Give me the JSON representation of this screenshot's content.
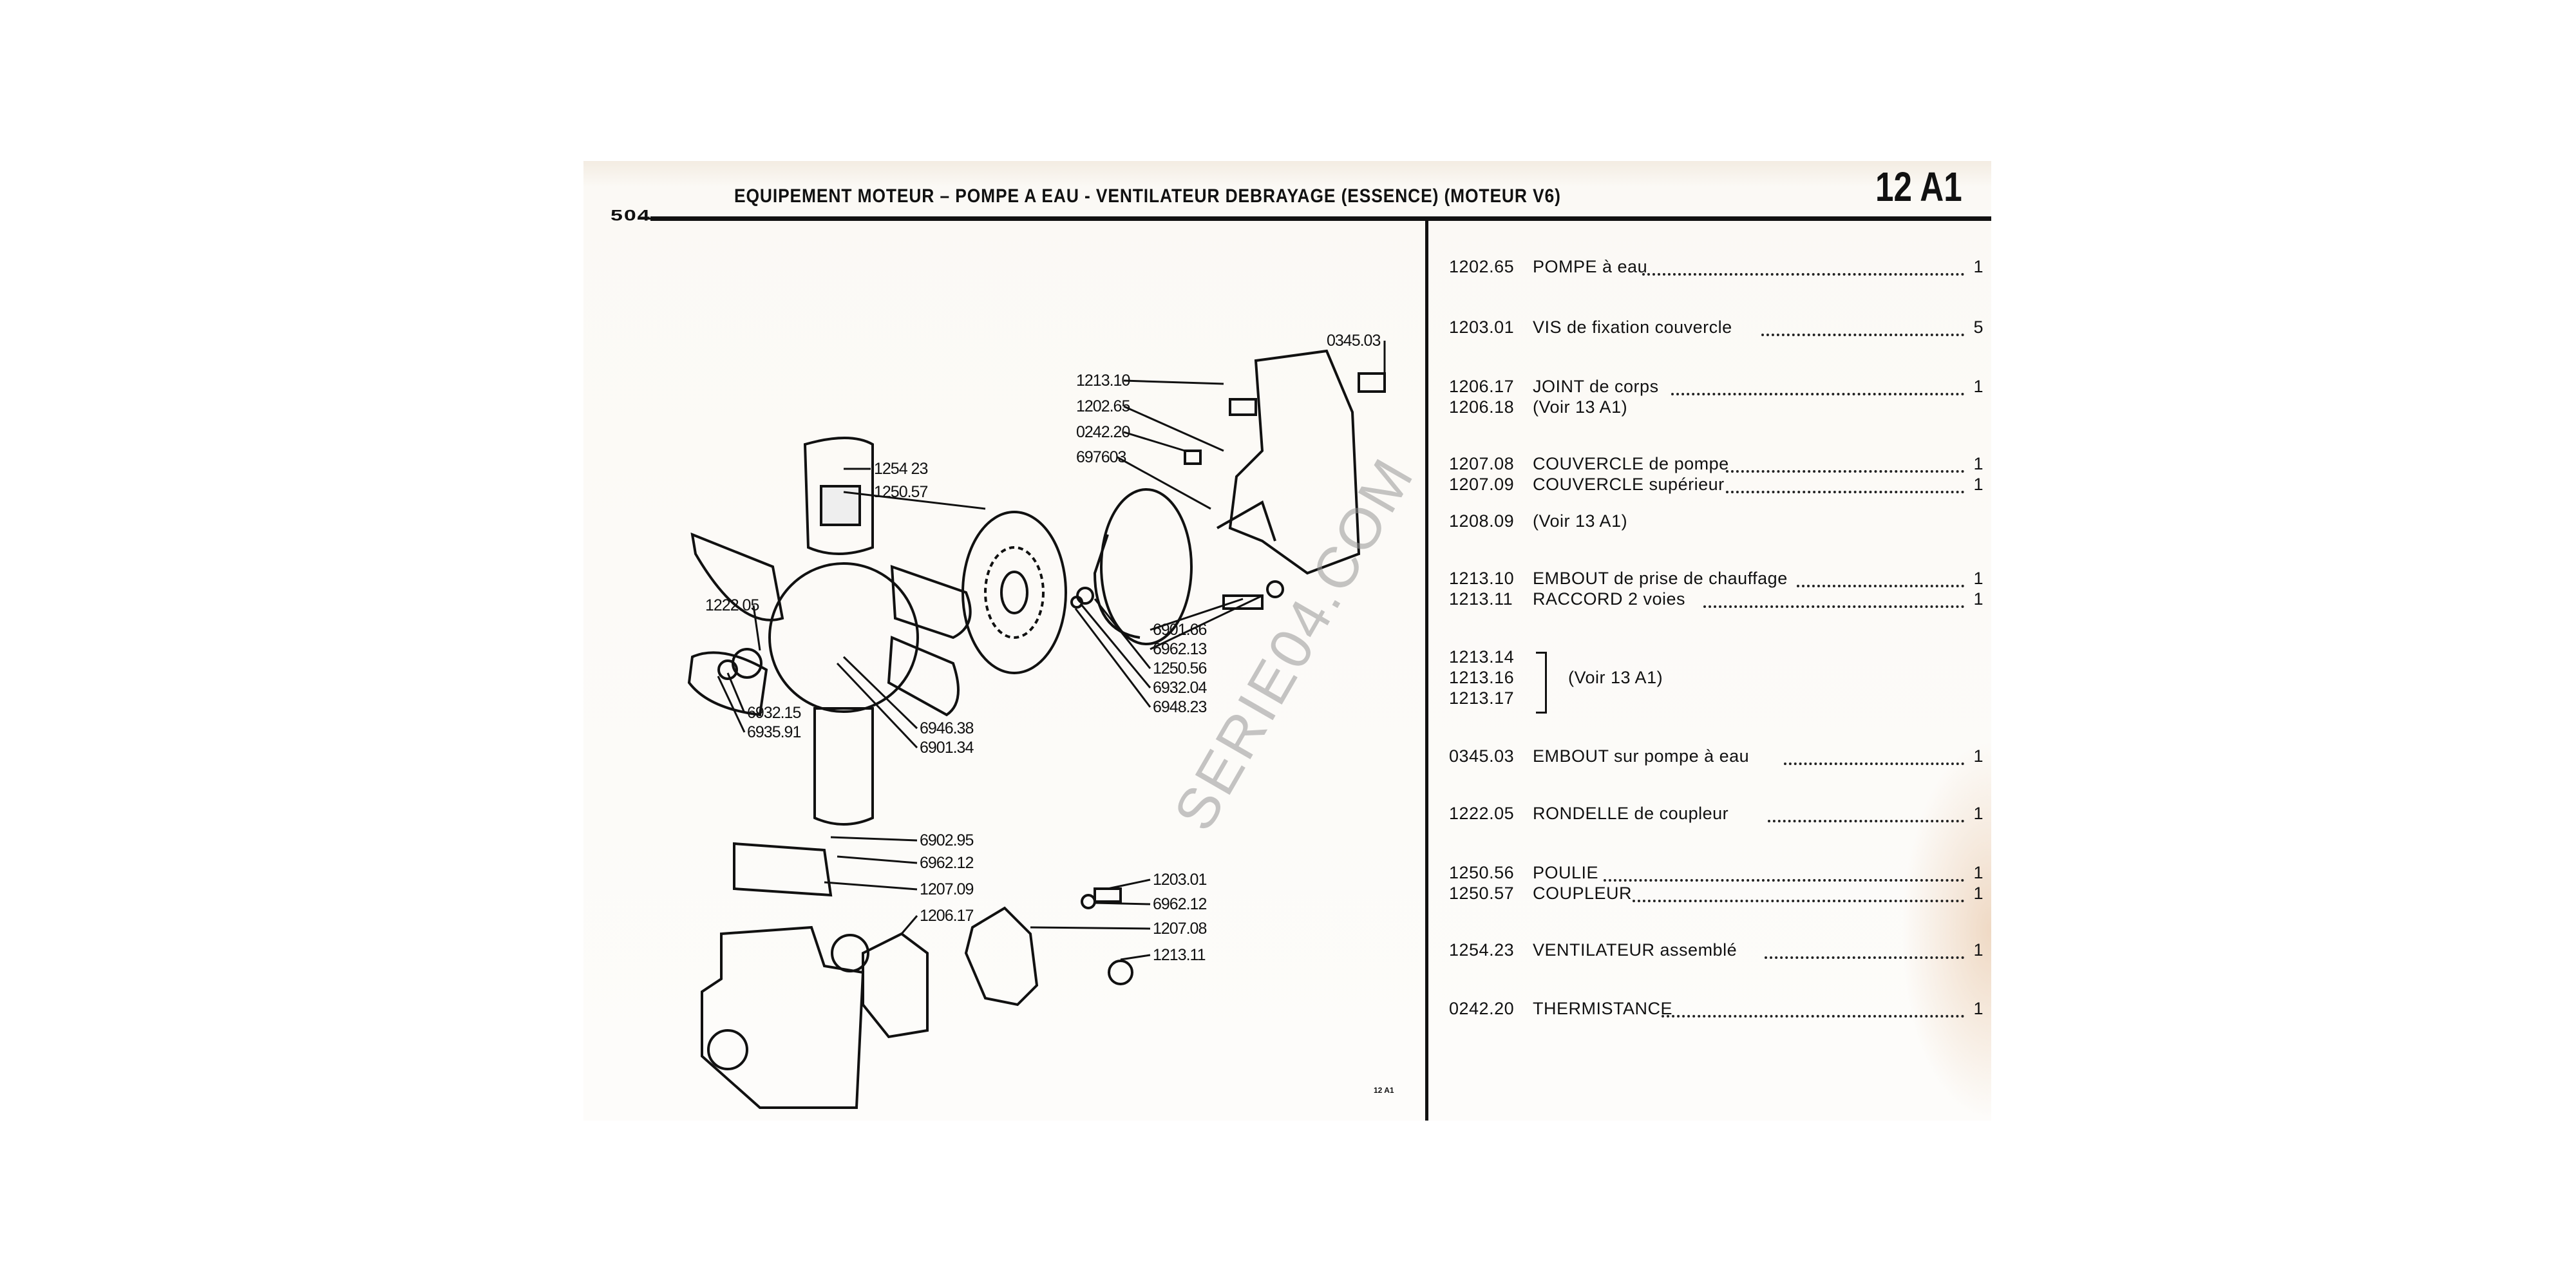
{
  "header": {
    "model": "504",
    "title": "EQUIPEMENT MOTEUR – POMPE A EAU - VENTILATEUR DEBRAYAGE (ESSENCE) (MOTEUR V6)",
    "sheet": "12 A1"
  },
  "diagram": {
    "labels": [
      "1213.10",
      "1202.65",
      "0242.20",
      "697603",
      "0345.03",
      "1254 23",
      "1250.57",
      "1222.05",
      "6901.66",
      "6962.13",
      "1250.56",
      "6932.04",
      "6948.23",
      "6932.15",
      "6935.91",
      "6946.38",
      "6901.34",
      "6902.95",
      "6962.12",
      "1207.09",
      "1206.17",
      "1203.01",
      "6962.12",
      "1207.08",
      "1213.11"
    ],
    "footer_ref": "12 A1",
    "watermark": "SERIE04.COM"
  },
  "parts": [
    {
      "ref": "1202.65",
      "desc": "POMPE à eau",
      "qty": "1"
    },
    {
      "ref": "1203.01",
      "desc": "VIS de fixation couvercle",
      "qty": "5"
    },
    {
      "ref": "1206.17",
      "desc": "JOINT de corps",
      "qty": "1"
    },
    {
      "ref": "1206.18",
      "desc": "(Voir 13 A1)",
      "qty": ""
    },
    {
      "ref": "1207.08",
      "desc": "COUVERCLE de pompe",
      "qty": "1"
    },
    {
      "ref": "1207.09",
      "desc": "COUVERCLE supérieur",
      "qty": "1"
    },
    {
      "ref": "1208.09",
      "desc": "(Voir 13 A1)",
      "qty": ""
    },
    {
      "ref": "1213.10",
      "desc": "EMBOUT de prise de chauffage",
      "qty": "1"
    },
    {
      "ref": "1213.11",
      "desc": "RACCORD 2 voies",
      "qty": "1"
    },
    {
      "ref": "1213.14",
      "desc": "",
      "qty": ""
    },
    {
      "ref": "1213.16",
      "desc": "",
      "qty": ""
    },
    {
      "ref": "1213.17",
      "desc": "",
      "qty": ""
    },
    {
      "ref": "0345.03",
      "desc": "EMBOUT sur pompe à eau",
      "qty": "1"
    },
    {
      "ref": "1222.05",
      "desc": "RONDELLE de coupleur",
      "qty": "1"
    },
    {
      "ref": "1250.56",
      "desc": "POULIE",
      "qty": "1"
    },
    {
      "ref": "1250.57",
      "desc": "COUPLEUR",
      "qty": "1"
    },
    {
      "ref": "1254.23",
      "desc": "VENTILATEUR assemblé",
      "qty": "1"
    },
    {
      "ref": "0242.20",
      "desc": "THERMISTANCE",
      "qty": "1"
    }
  ],
  "group_note": "(Voir 13 A1)"
}
